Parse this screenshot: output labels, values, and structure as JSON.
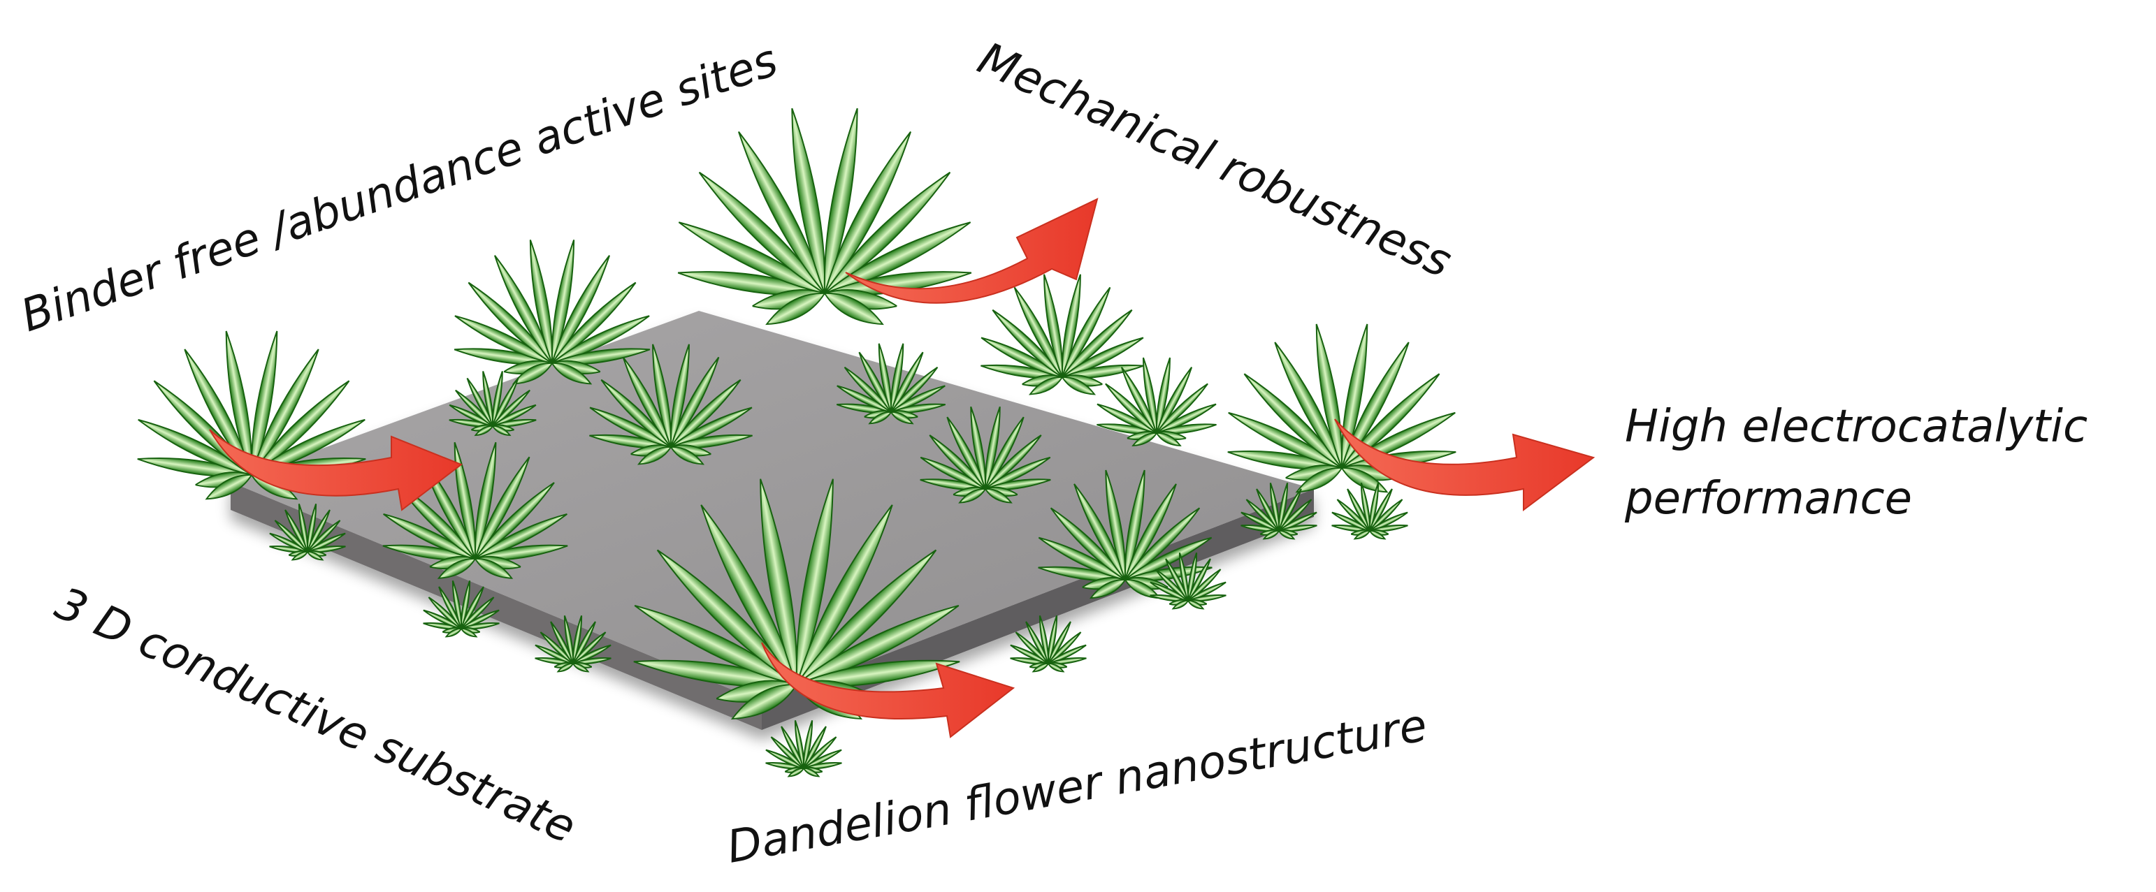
{
  "labels": {
    "binder_free": "Binder free /abundance active sites",
    "mechanical": "Mechanical robustness",
    "high_line1": "High electrocatalytic",
    "high_line2": "performance",
    "substrate": "3 D conductive substrate",
    "dandelion": "Dandelion flower nanostructure"
  },
  "colors": {
    "substrate_top": "#9c9a9b",
    "substrate_side": "#6f6d6e",
    "leaf_dark": "#1e7a14",
    "leaf_light": "#d8f5c0",
    "arrow": "#f04a34"
  },
  "icons": {
    "flower": "dandelion-flower-icon",
    "arrow": "curved-arrow-icon"
  }
}
